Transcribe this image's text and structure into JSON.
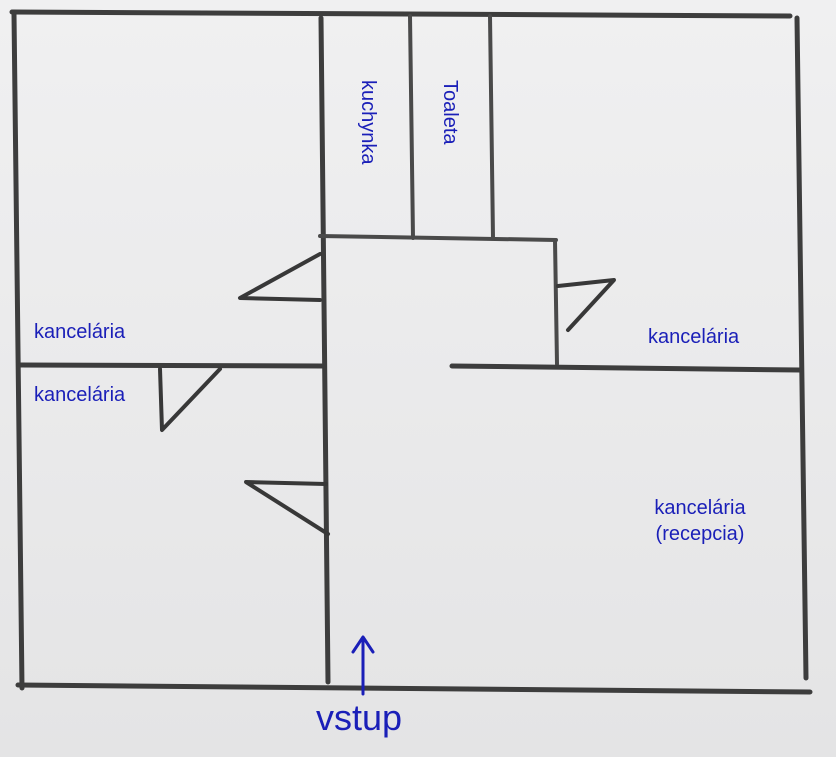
{
  "rooms": {
    "kitchenette": "kuchynka",
    "toilet": "Toaleta",
    "office_left_upper": "kancelária",
    "office_left_lower": "kancelária",
    "office_right": "kancelária",
    "reception_line1": "kancelária",
    "reception_line2": "(recepcia)"
  },
  "entrance": {
    "label": "vstup",
    "icon": "up-arrow-icon"
  },
  "colors": {
    "label_text": "#1a1fb8",
    "walls": "#3d3d3d",
    "paper": "#ebebec"
  }
}
